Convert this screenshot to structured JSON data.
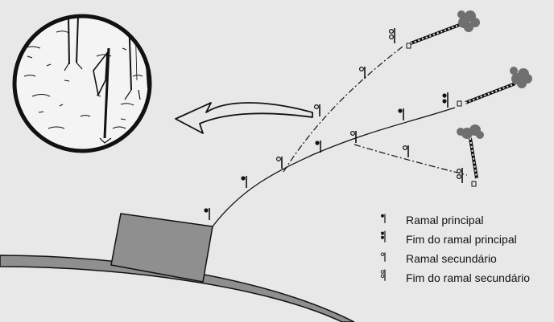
{
  "colors": {
    "background": "#e8e8e8",
    "ink": "#111111",
    "landing": "#8f8f8f",
    "tree_foliage": "#6f6f6f"
  },
  "icons": [
    "stake-solid-icon",
    "stake-double-solid-icon",
    "stake-open-icon",
    "stake-double-open-icon",
    "magnifier-inset",
    "curved-arrow-icon",
    "felled-tree-icon"
  ],
  "legend": {
    "main_branch": "Ramal principal",
    "main_branch_end": "Fim do ramal principal",
    "secondary_branch": "Ramal secundário",
    "secondary_branch_end": "Fim do ramal secundário"
  }
}
